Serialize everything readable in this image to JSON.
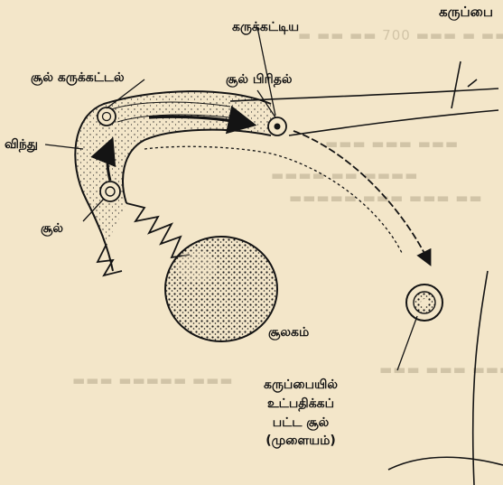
{
  "labels": {
    "top_right": "கருப்பை",
    "fertilized": "கருக்கட்டிய",
    "fertilization": "சூல் கருக்கட்டல்",
    "cleavage": "சூல் பிரிதல்",
    "sperm": "விந்து",
    "ovum": "சூல்",
    "ovary": "சூலகம்",
    "implanted_line1": "கருப்பையில்",
    "implanted_line2": "உட்பதிக்கப்",
    "implanted_line3": "பட்ட சூல்",
    "implanted_line4": "(முளையம்)"
  },
  "colors": {
    "paper": "#f3e6c9",
    "ink": "#141414",
    "bleed": "#b7a98c"
  }
}
